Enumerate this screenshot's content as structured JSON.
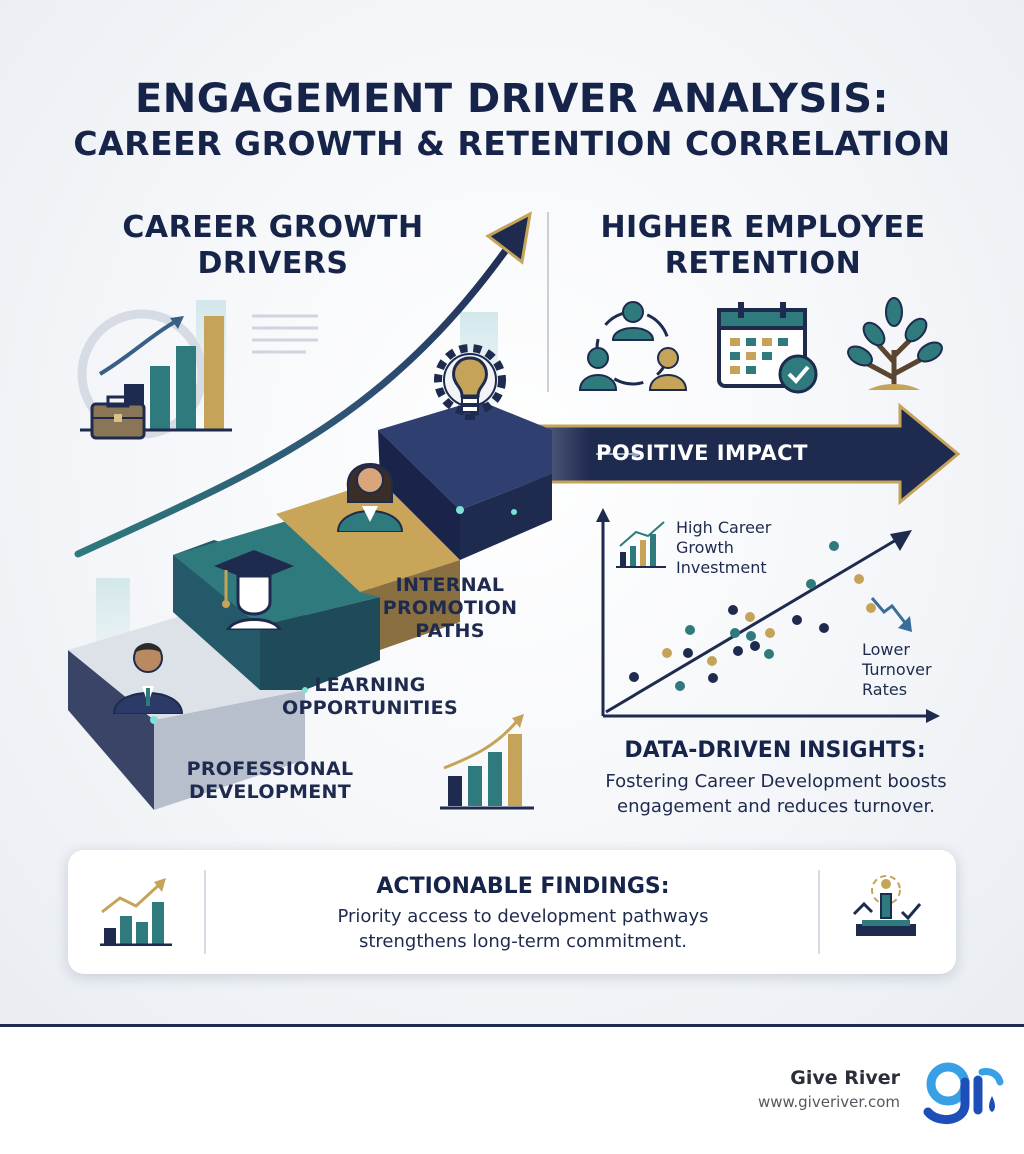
{
  "title": {
    "line1": "ENGAGEMENT DRIVER ANALYSIS:",
    "line2": "CAREER GROWTH & RETENTION CORRELATION"
  },
  "left_heading": [
    "CAREER GROWTH",
    "DRIVERS"
  ],
  "right_heading": [
    "HIGHER EMPLOYEE",
    "RETENTION"
  ],
  "steps": [
    {
      "label": [
        "PROFESSIONAL",
        "DEVELOPMENT"
      ],
      "icon": "businessman-icon"
    },
    {
      "label": [
        "LEARNING",
        "OPPORTUNITIES"
      ],
      "icon": "graduate-icon"
    },
    {
      "label": [
        "INTERNAL",
        "PROMOTION",
        "PATHS"
      ],
      "icon": "employee-woman-icon"
    },
    {
      "label": [],
      "icon": "lightbulb-gear-icon"
    }
  ],
  "impact_arrow": {
    "label": "POSITIVE IMPACT"
  },
  "retention_icons": [
    "team-circle-icon",
    "calendar-check-icon",
    "growth-tree-icon"
  ],
  "scatter": {
    "annotation_high": [
      "High Career",
      "Growth",
      "Investment"
    ],
    "annotation_low": [
      "Lower",
      "Turnover",
      "Rates"
    ]
  },
  "insights": {
    "title": "DATA-DRIVEN INSIGHTS:",
    "lines": [
      "Fostering Career Development boosts",
      "engagement and reduces turnover."
    ]
  },
  "findings": {
    "title": "ACTIONABLE FINDINGS:",
    "lines": [
      "Priority access to development pathways",
      "strengthens long-term commitment."
    ]
  },
  "brand": {
    "name": "Give River",
    "url": "www.giveriver.com"
  },
  "colors": {
    "navy": "#1e2a4e",
    "teal": "#2e7a7c",
    "gold": "#c5a45a",
    "slate": "#3a4466"
  }
}
